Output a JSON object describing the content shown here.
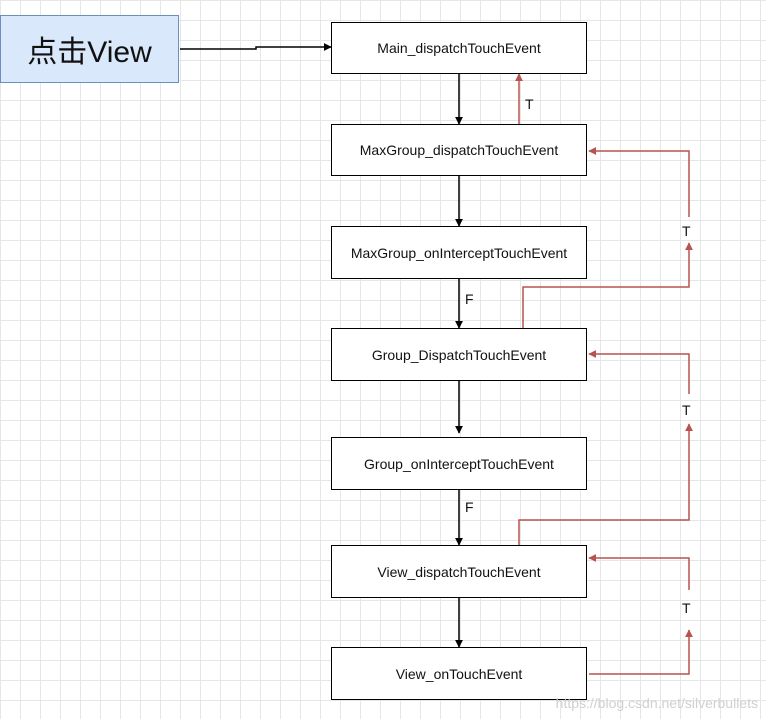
{
  "start_node": {
    "label": "点击View"
  },
  "nodes": [
    {
      "id": "n1",
      "label": "Main_dispatchTouchEvent"
    },
    {
      "id": "n2",
      "label": "MaxGroup_dispatchTouchEvent"
    },
    {
      "id": "n3",
      "label": "MaxGroup_onInterceptTouchEvent"
    },
    {
      "id": "n4",
      "label": "Group_DispatchTouchEvent"
    },
    {
      "id": "n5",
      "label": "Group_onInterceptTouchEvent"
    },
    {
      "id": "n6",
      "label": "View_dispatchTouchEvent"
    },
    {
      "id": "n7",
      "label": "View_onTouchEvent"
    }
  ],
  "edge_labels": {
    "return_to_main": "T",
    "return_to_maxgroup": "T",
    "maxgroup_intercept_false": "F",
    "return_to_group": "T",
    "group_intercept_false": "F",
    "return_to_view": "T"
  },
  "colors": {
    "down_arrow": "#000000",
    "return_arrow": "#b85450",
    "start_fill": "#dae8fc",
    "start_border": "#6c8ebf"
  },
  "watermark": "https://blog.csdn.net/silverbullets"
}
